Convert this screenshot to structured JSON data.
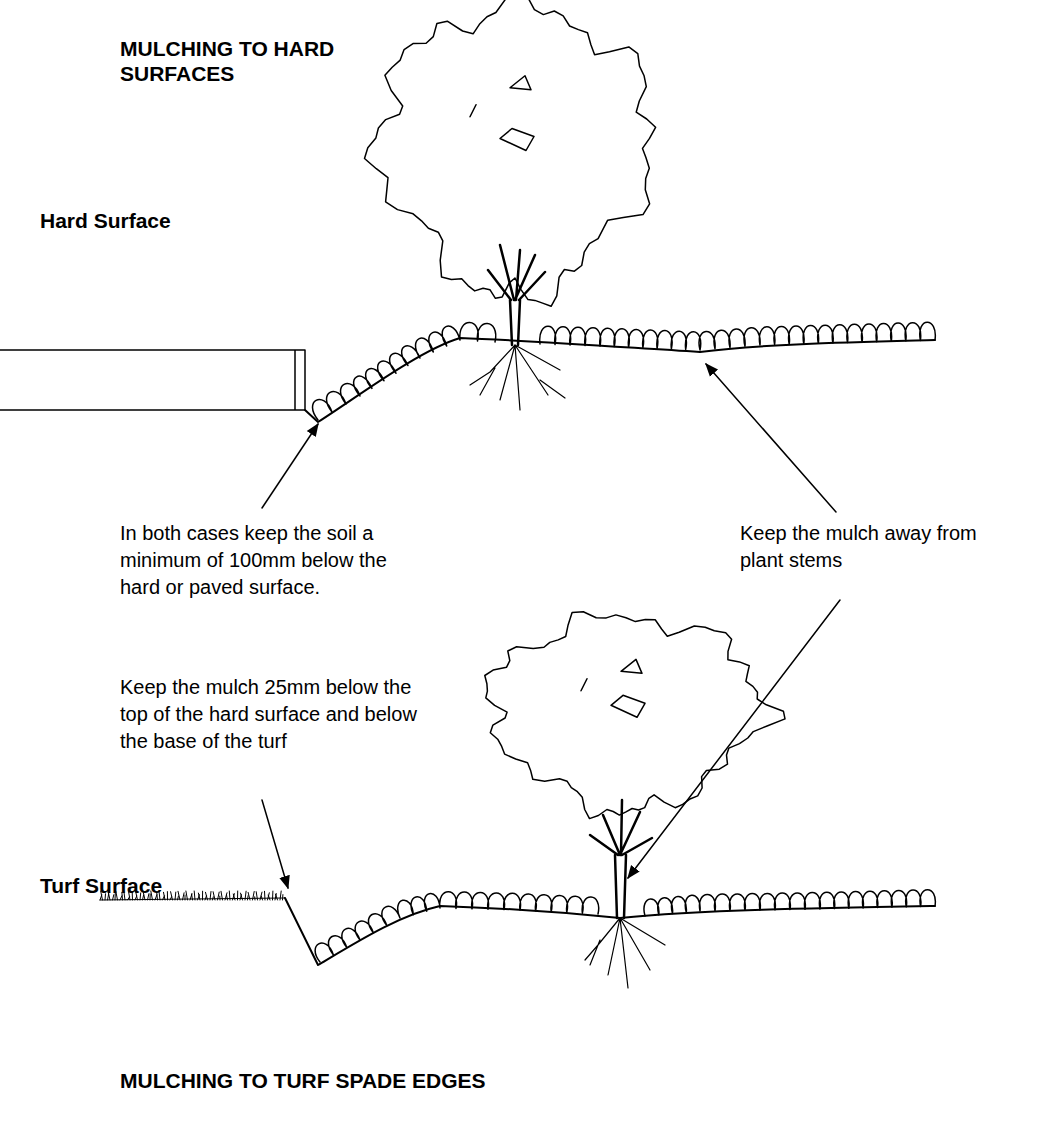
{
  "diagram": {
    "labels": [
      "MULCHING TO HARD SURFACES",
      "Hard Surface",
      "In both cases keep the soil a minimum of 100mm below the hard or paved surface.",
      "Keep the mulch 25mm below the top of the hard surface and below the base of the turf",
      "Keep the mulch away from plant stems",
      "Turf Surface",
      "MULCHING TO TURF SPADE EDGES"
    ]
  }
}
